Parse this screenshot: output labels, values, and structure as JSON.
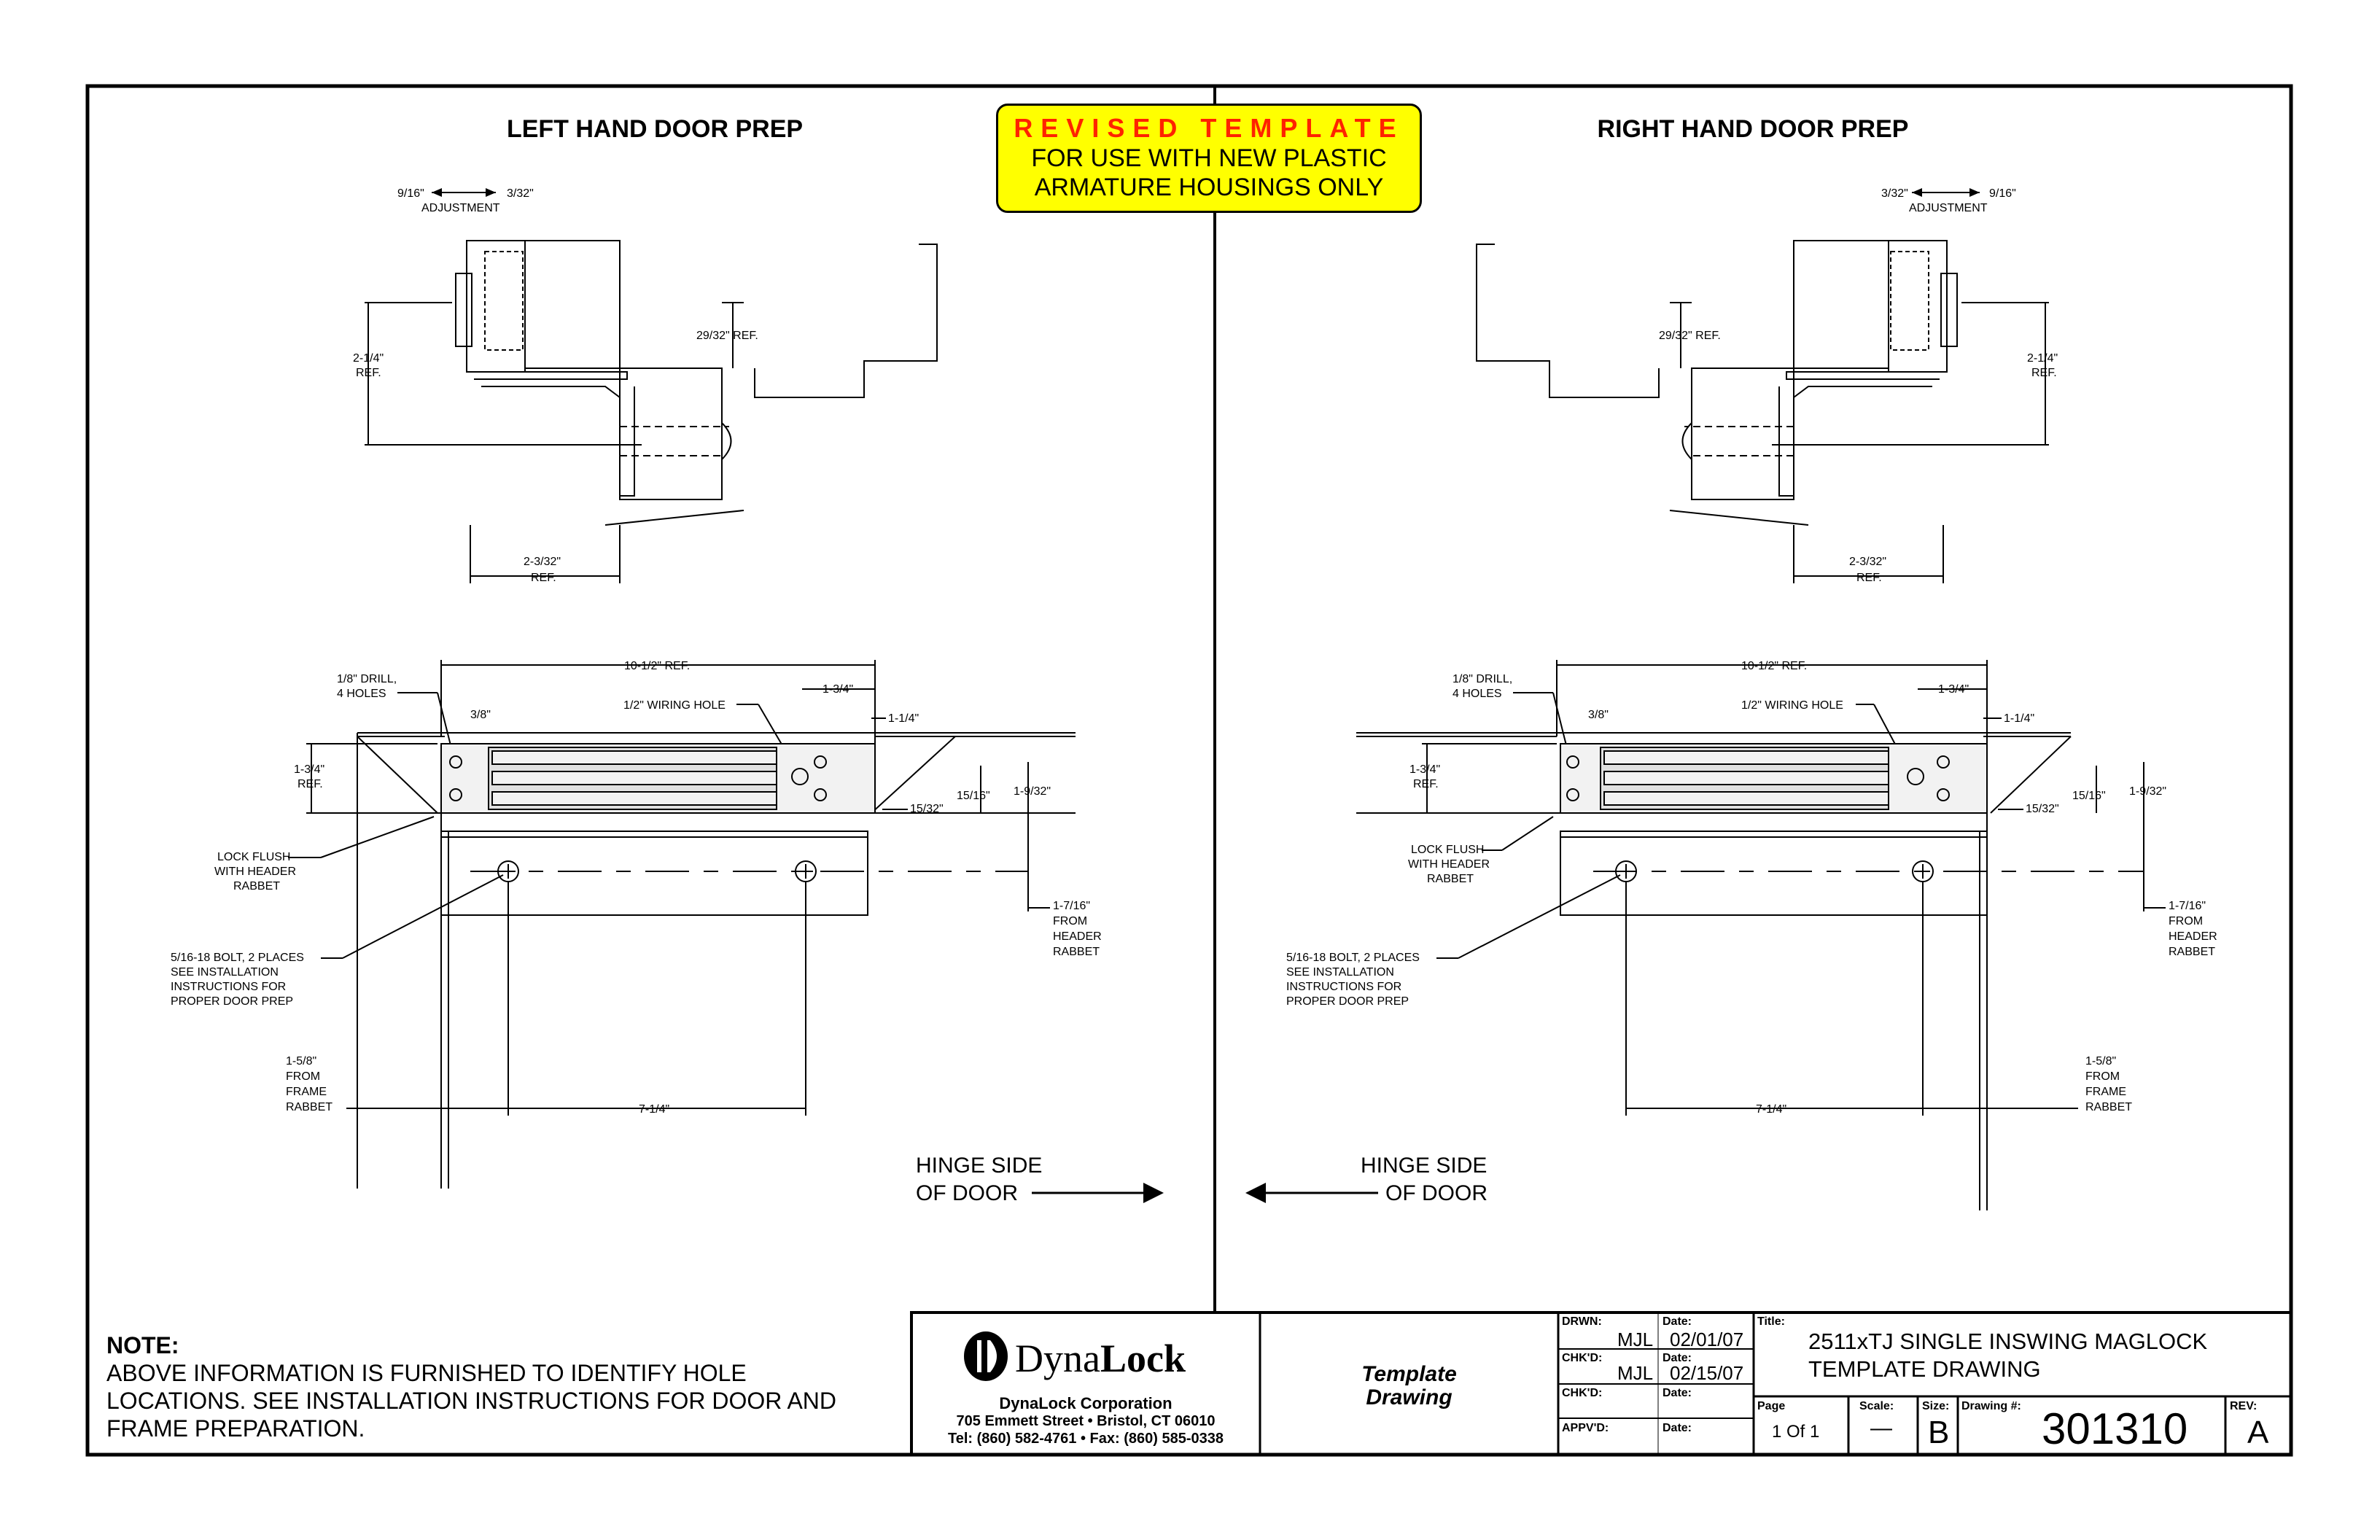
{
  "left_panel": {
    "title": "LEFT HAND DOOR PREP",
    "side_view": {
      "adjustment_left": "9/16\"",
      "adjustment_right": "3/32\"",
      "adjustment_label": "ADJUSTMENT",
      "dim_vertical_1": "2-1/4\"",
      "dim_vertical_1_ref": "REF.",
      "dim_offset": "29/32\" REF.",
      "dim_horizontal": "2-3/32\"",
      "dim_horizontal_ref": "REF."
    },
    "plan_view": {
      "overall": "10-1/2\" REF.",
      "drill": "1/8\" DRILL,",
      "drill_2": "4 HOLES",
      "d_3_8": "3/8\"",
      "wiring": "1/2\" WIRING HOLE",
      "d_1_3_4_top": "1-3/4\"",
      "d_1_1_4": "1-1/4\"",
      "d_1_3_4_ref": "1-3/4\"",
      "d_1_3_4_ref2": "REF.",
      "d_15_32": "15/32\"",
      "d_15_16": "15/16\"",
      "d_1_9_32": "1-9/32\"",
      "lock_flush_1": "LOCK FLUSH",
      "lock_flush_2": "WITH HEADER",
      "lock_flush_3": "RABBET",
      "bolt_1": "5/16-18 BOLT, 2 PLACES",
      "bolt_2": "SEE INSTALLATION",
      "bolt_3": "INSTRUCTIONS FOR",
      "bolt_4": "PROPER DOOR PREP",
      "from_header_1": "1-7/16\"",
      "from_header_2": "FROM",
      "from_header_3": "HEADER",
      "from_header_4": "RABBET",
      "from_frame_1": "1-5/8\"",
      "from_frame_2": "FROM",
      "from_frame_3": "FRAME",
      "from_frame_4": "RABBET",
      "d_7_1_4": "7-1/4\""
    },
    "hinge_1": "HINGE SIDE",
    "hinge_2": "OF DOOR"
  },
  "right_panel": {
    "title": "RIGHT HAND DOOR PREP",
    "side_view": {
      "adjustment_left": "3/32\"",
      "adjustment_right": "9/16\"",
      "adjustment_label": "ADJUSTMENT",
      "dim_vertical_1": "2-1/4\"",
      "dim_vertical_1_ref": "REF.",
      "dim_offset": "29/32\" REF.",
      "dim_horizontal": "2-3/32\"",
      "dim_horizontal_ref": "REF."
    },
    "plan_view": {
      "overall": "10-1/2\" REF.",
      "drill": "1/8\" DRILL,",
      "drill_2": "4 HOLES",
      "d_3_8": "3/8\"",
      "wiring": "1/2\" WIRING HOLE",
      "d_1_3_4_top": "1-3/4\"",
      "d_1_1_4": "1-1/4\"",
      "d_1_3_4_ref": "1-3/4\"",
      "d_1_3_4_ref2": "REF.",
      "d_15_32": "15/32\"",
      "d_15_16": "15/16\"",
      "d_1_9_32": "1-9/32\"",
      "lock_flush_1": "LOCK FLUSH",
      "lock_flush_2": "WITH HEADER",
      "lock_flush_3": "RABBET",
      "bolt_1": "5/16-18 BOLT, 2 PLACES",
      "bolt_2": "SEE INSTALLATION",
      "bolt_3": "INSTRUCTIONS FOR",
      "bolt_4": "PROPER DOOR PREP",
      "from_header_1": "1-7/16\"",
      "from_header_2": "FROM",
      "from_header_3": "HEADER",
      "from_header_4": "RABBET",
      "from_frame_1": "1-5/8\"",
      "from_frame_2": "FROM",
      "from_frame_3": "FRAME",
      "from_frame_4": "RABBET",
      "d_7_1_4": "7-1/4\""
    },
    "hinge_1": "HINGE SIDE",
    "hinge_2": "OF DOOR"
  },
  "banner": {
    "line1": "REVISED TEMPLATE",
    "line2": "FOR USE WITH NEW PLASTIC",
    "line3": "ARMATURE HOUSINGS ONLY"
  },
  "note": {
    "heading": "NOTE:",
    "line1": "ABOVE INFORMATION IS FURNISHED TO IDENTIFY HOLE",
    "line2": "LOCATIONS.  SEE INSTALLATION INSTRUCTIONS FOR DOOR AND",
    "line3": "FRAME PREPARATION."
  },
  "title_block": {
    "logo_text_1": "Dyna",
    "logo_text_2": "Lock",
    "company": "DynaLock Corporation",
    "address": "705 Emmett Street • Bristol, CT  06010",
    "phone": "Tel: (860) 582-4761 • Fax: (860) 585-0338",
    "doc_type_1": "Template",
    "doc_type_2": "Drawing",
    "drwn_label": "DRWN:",
    "drwn_value": "MJL",
    "date_label": "Date:",
    "drwn_date": "02/01/07",
    "chkd_label": "CHK'D:",
    "chkd_value": "MJL",
    "chkd_date": "02/15/07",
    "chkd2_label": "CHK'D:",
    "appvd_label": "APPV'D:",
    "title_label": "Title:",
    "title_1": "2511xTJ SINGLE INSWING MAGLOCK",
    "title_2": "TEMPLATE DRAWING",
    "page_label": "Page",
    "page_value": "1 Of 1",
    "scale_label": "Scale:",
    "scale_value": "—",
    "size_label": "Size:",
    "size_value": "B",
    "drawing_label": "Drawing #:",
    "drawing_value": "301310",
    "rev_label": "REV:",
    "rev_value": "A"
  }
}
